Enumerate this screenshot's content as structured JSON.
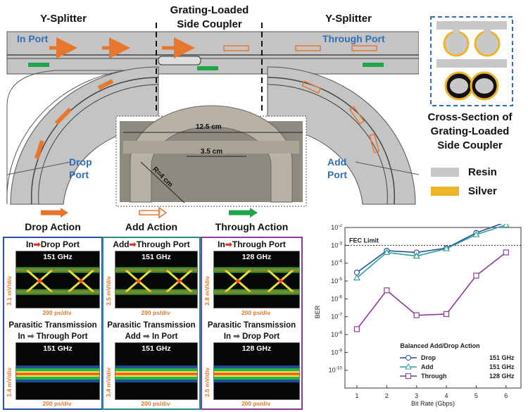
{
  "device": {
    "left_label": "Y-Splitter",
    "center_label_line1": "Grating-Loaded",
    "center_label_line2": "Side Coupler",
    "right_label": "Y-Splitter",
    "ports": {
      "in": "In Port",
      "through": "Through Port",
      "drop_line1": "Drop",
      "drop_line2": "Port",
      "add_line1": "Add",
      "add_line2": "Port"
    },
    "photo": {
      "width_label": "12.5 cm",
      "inner_label": "3.5 cm",
      "radius_label": "R=4 cm"
    }
  },
  "cross_section": {
    "title_line1": "Cross-Section of",
    "title_line2": "Grating-Loaded",
    "title_line3": "Side Coupler",
    "legend": [
      {
        "label": "Resin",
        "color": "#c8c8c8"
      },
      {
        "label": "Silver",
        "color": "#f0b429"
      }
    ]
  },
  "actions": [
    {
      "name": "Drop Action",
      "arrow": "solid-orange",
      "color": "#e8772e",
      "top_title": [
        "In",
        "Drop Port"
      ],
      "top_freq": "151 GHz",
      "top_vdiv": "3.1 mV/div",
      "bottom_caption": "Parasitic Transmission",
      "bottom_title": [
        "In",
        "Through Port"
      ],
      "bottom_freq": "151 GHz",
      "bottom_vdiv": "3.4 mV/div",
      "psdiv": "200 ps/div",
      "border": "#2b4fa0"
    },
    {
      "name": "Add Action",
      "arrow": "hollow-orange",
      "color": "#e8772e",
      "top_title": [
        "Add",
        "Through Port"
      ],
      "top_freq": "151 GHz",
      "top_vdiv": "3.5 mV/div",
      "bottom_caption": "Parasitic Transmission",
      "bottom_title": [
        "Add",
        "In Port"
      ],
      "bottom_freq": "151 GHz",
      "bottom_vdiv": "3.4 mV/div",
      "psdiv": "200 ps/div",
      "border": "#2a8a86"
    },
    {
      "name": "Through Action",
      "arrow": "solid-green",
      "color": "#1fa64a",
      "top_title": [
        "In",
        "Through Port"
      ],
      "top_freq": "128 GHz",
      "top_vdiv": "3.8 mV/div",
      "bottom_caption": "Parasitic Transmission",
      "bottom_title": [
        "In",
        "Drop Port"
      ],
      "bottom_freq": "128 GHz",
      "bottom_vdiv": "3.5 mV/div",
      "psdiv": "200 ps/div",
      "border": "#8a3aa0"
    }
  ],
  "chart_data": {
    "type": "line",
    "xlabel": "Bit Rate (Gbps)",
    "ylabel": "BER",
    "x": [
      1,
      2,
      3,
      4,
      5,
      6
    ],
    "xlim": [
      0.6,
      6.5
    ],
    "ylog_exponent_range": [
      -11,
      -2
    ],
    "yticks": [
      "10-2",
      "10-3",
      "10-4",
      "10-5",
      "10-6",
      "10-7",
      "10-8",
      "10-9",
      "10-10"
    ],
    "fec_limit_label": "FEC Limit",
    "fec_limit": 0.001,
    "legend_title": "Balanced Add/Drop Action",
    "series": [
      {
        "name": "Drop",
        "freq": "151 GHz",
        "color": "#2b4fa0",
        "marker": "circle",
        "values": [
          3e-05,
          0.0005,
          0.0004,
          0.0007,
          0.005,
          0.02
        ]
      },
      {
        "name": "Add",
        "freq": "151 GHz",
        "color": "#2aa39a",
        "marker": "triangle",
        "values": [
          1.5e-05,
          0.0004,
          0.00025,
          0.00065,
          0.004,
          0.014
        ]
      },
      {
        "name": "Through",
        "freq": "128 GHz",
        "color": "#8a3aa0",
        "marker": "square",
        "values": [
          2e-08,
          3e-06,
          1.2e-07,
          1.4e-07,
          2e-05,
          0.0004
        ]
      }
    ]
  }
}
